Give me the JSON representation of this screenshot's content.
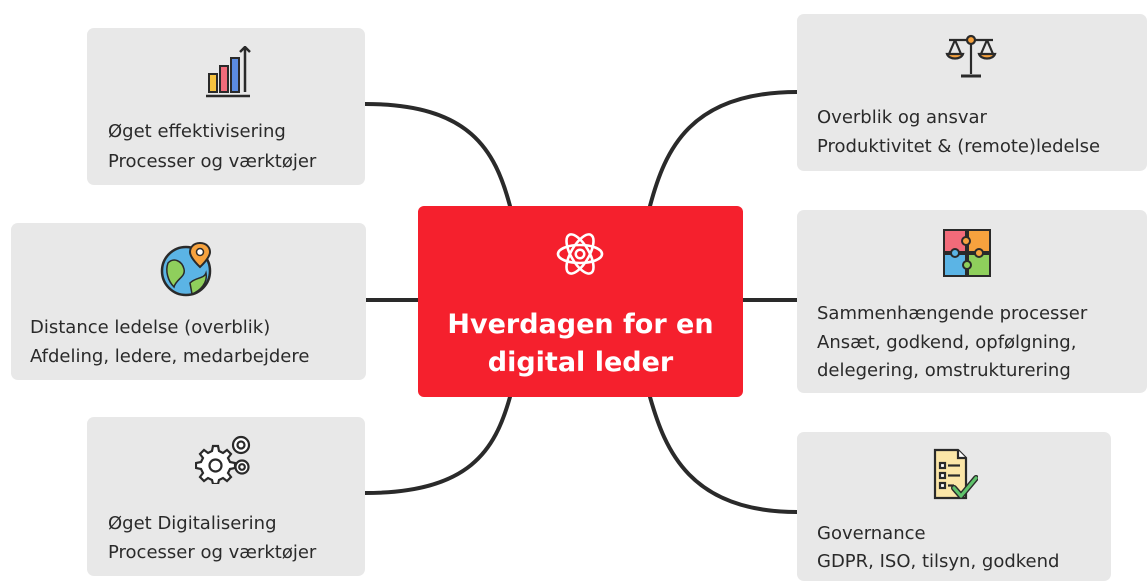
{
  "central_topic": {
    "line1": "Hverdagen for en",
    "line2": "digital leder"
  },
  "branches": [
    {
      "lines": [
        "Øget effektivisering",
        "Processer og værktøjer"
      ],
      "icon": "bar-chart-growth-icon"
    },
    {
      "lines": [
        "Distance ledelse (overblik)",
        "Afdeling, ledere, medarbejdere"
      ],
      "icon": "globe-location-icon"
    },
    {
      "lines": [
        "Øget Digitalisering",
        "Processer og værktøjer"
      ],
      "icon": "gears-icon"
    },
    {
      "lines": [
        "Overblik og ansvar",
        "Produktivitet & (remote)ledelse"
      ],
      "icon": "balance-scale-icon"
    },
    {
      "lines": [
        "Sammenhængende processer",
        "Ansæt, godkend, opfølgning,",
        "delegering, omstrukturering"
      ],
      "icon": "puzzle-icon"
    },
    {
      "lines": [
        "Governance",
        "GDPR, ISO, tilsyn, godkend"
      ],
      "icon": "checklist-icon"
    }
  ],
  "colors": {
    "central_fill": "#f5202d",
    "card_fill": "#e8e8e8",
    "connector": "#2a2a2a"
  }
}
